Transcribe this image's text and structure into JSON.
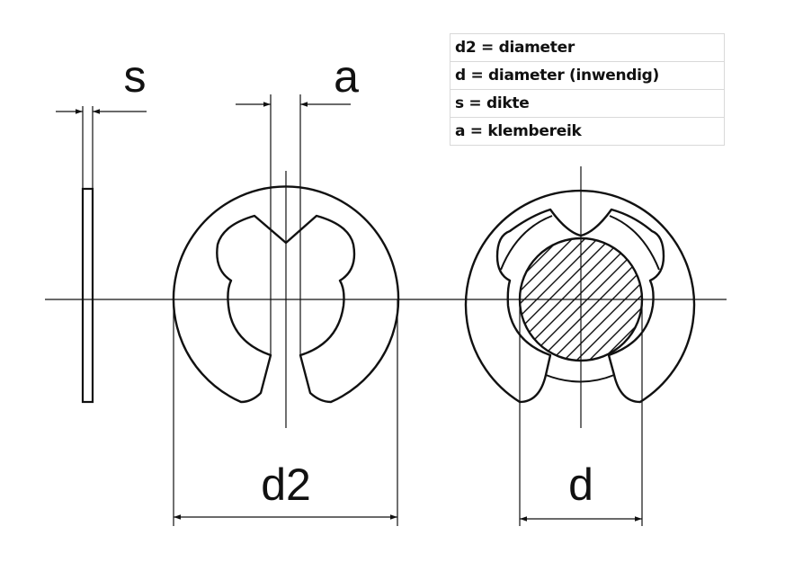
{
  "legend": [
    {
      "text": "d2 = diameter"
    },
    {
      "text": "d = diameter (inwendig)"
    },
    {
      "text": "s = dikte"
    },
    {
      "text": "a = klembereik"
    }
  ],
  "labels": {
    "s": "s",
    "a": "a",
    "d2": "d2",
    "d": "d"
  }
}
